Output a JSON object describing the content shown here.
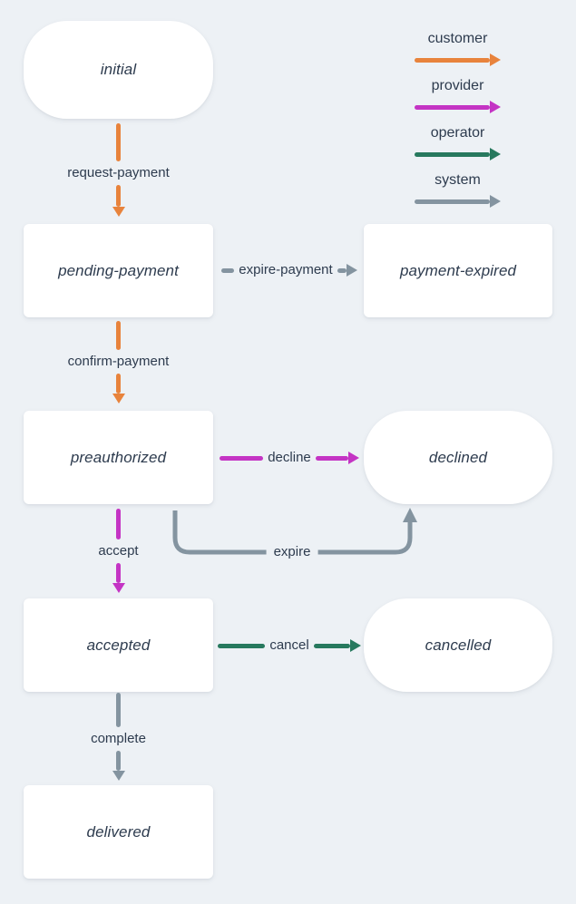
{
  "colors": {
    "background": "#edf1f5",
    "node": "#ffffff",
    "text": "#2d3b4e",
    "customer": "#e8833c",
    "provider": "#c434c4",
    "operator": "#27795e",
    "system": "#8494a0"
  },
  "legend": {
    "items": [
      {
        "label": "customer",
        "color": "#e8833c"
      },
      {
        "label": "provider",
        "color": "#c434c4"
      },
      {
        "label": "operator",
        "color": "#27795e"
      },
      {
        "label": "system",
        "color": "#8494a0"
      }
    ]
  },
  "states": [
    {
      "id": "initial",
      "label": "initial",
      "shape": "pill"
    },
    {
      "id": "pending-payment",
      "label": "pending-payment",
      "shape": "rect"
    },
    {
      "id": "payment-expired",
      "label": "payment-expired",
      "shape": "rect"
    },
    {
      "id": "preauthorized",
      "label": "preauthorized",
      "shape": "rect"
    },
    {
      "id": "declined",
      "label": "declined",
      "shape": "pill"
    },
    {
      "id": "accepted",
      "label": "accepted",
      "shape": "rect"
    },
    {
      "id": "cancelled",
      "label": "cancelled",
      "shape": "pill"
    },
    {
      "id": "delivered",
      "label": "delivered",
      "shape": "rect"
    }
  ],
  "transitions": [
    {
      "label": "request-payment",
      "actor": "customer",
      "from": "initial",
      "to": "pending-payment"
    },
    {
      "label": "expire-payment",
      "actor": "system",
      "from": "pending-payment",
      "to": "payment-expired"
    },
    {
      "label": "confirm-payment",
      "actor": "customer",
      "from": "pending-payment",
      "to": "preauthorized"
    },
    {
      "label": "decline",
      "actor": "provider",
      "from": "preauthorized",
      "to": "declined"
    },
    {
      "label": "accept",
      "actor": "provider",
      "from": "preauthorized",
      "to": "accepted"
    },
    {
      "label": "expire",
      "actor": "system",
      "from": "preauthorized",
      "to": "declined"
    },
    {
      "label": "cancel",
      "actor": "operator",
      "from": "accepted",
      "to": "cancelled"
    },
    {
      "label": "complete",
      "actor": "system",
      "from": "accepted",
      "to": "delivered"
    }
  ]
}
